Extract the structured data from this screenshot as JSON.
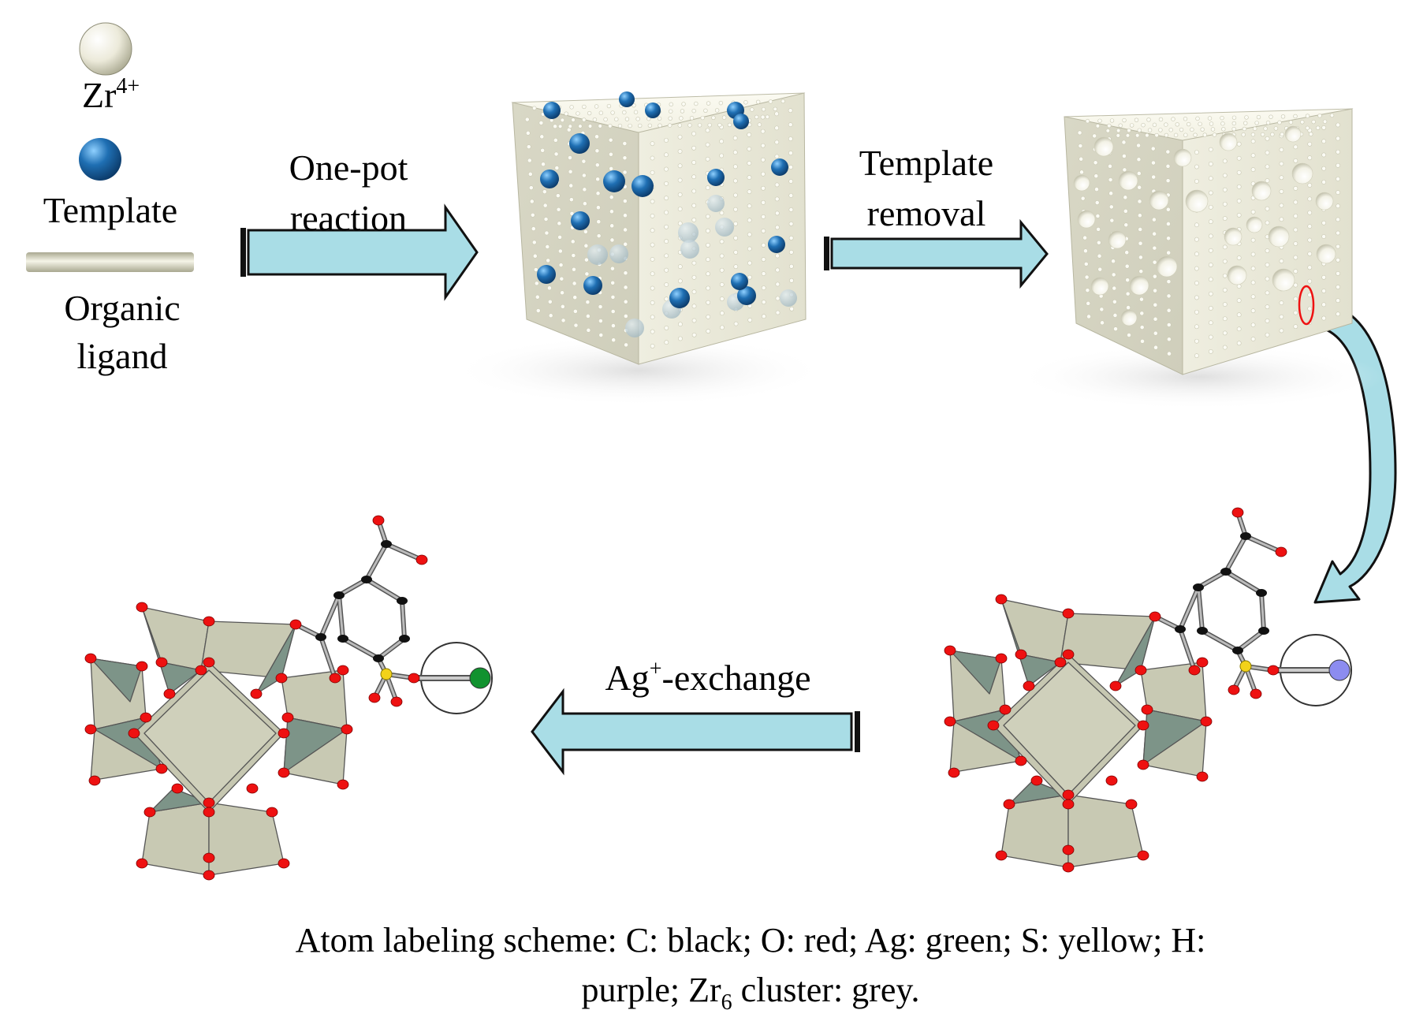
{
  "legend": {
    "zr_base": "Zr",
    "zr_sup": "4+",
    "template": "Template",
    "organic_line1": "Organic",
    "organic_line2": "ligand"
  },
  "steps": {
    "one_pot_line1": "One-pot",
    "one_pot_line2": "reaction",
    "removal_line1": "Template",
    "removal_line2": "removal",
    "exchange_base": "Ag",
    "exchange_sup": "+",
    "exchange_rest": "-exchange"
  },
  "caption": {
    "line1": "Atom labeling scheme: C: black; O: red; Ag: green; S: yellow; H:",
    "line2_a": "purple; Zr",
    "line2_sub": "6",
    "line2_b": " cluster: grey."
  },
  "colors": {
    "arrow_fill": "#a9dde6",
    "cube_face": "#e6e5d4",
    "template_bead": "#1f6fb3",
    "carbon": "#111111",
    "oxygen": "#ee1111",
    "silver": "#11922f",
    "sulfur": "#f2d21a",
    "hydrogen": "#8c8cf0",
    "zr6_light": "#c8c9b3",
    "zr6_dark": "#7d9488"
  }
}
